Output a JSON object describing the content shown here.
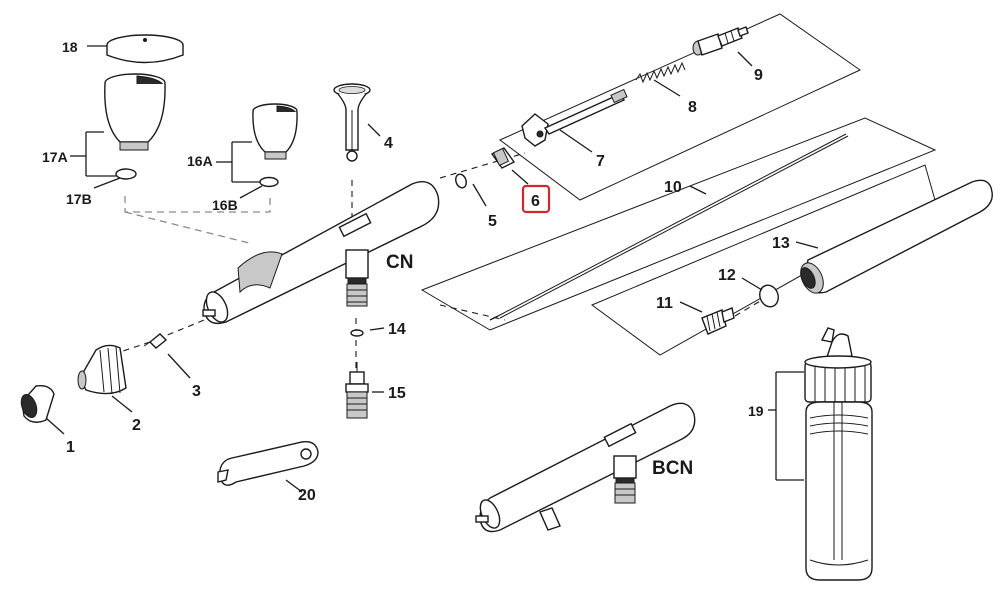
{
  "labels": {
    "p1": "1",
    "p2": "2",
    "p3": "3",
    "p4": "4",
    "p5": "5",
    "p6": "6",
    "p7": "7",
    "p8": "8",
    "p9": "9",
    "p10": "10",
    "p11": "11",
    "p12": "12",
    "p13": "13",
    "p14": "14",
    "p15": "15",
    "p16a": "16A",
    "p16b": "16B",
    "p17a": "17A",
    "p17b": "17B",
    "p18": "18",
    "p19": "19",
    "p20": "20",
    "cn": "CN",
    "bcn": "BCN"
  },
  "highlight": {
    "part": "6",
    "color": "#d0282e"
  }
}
